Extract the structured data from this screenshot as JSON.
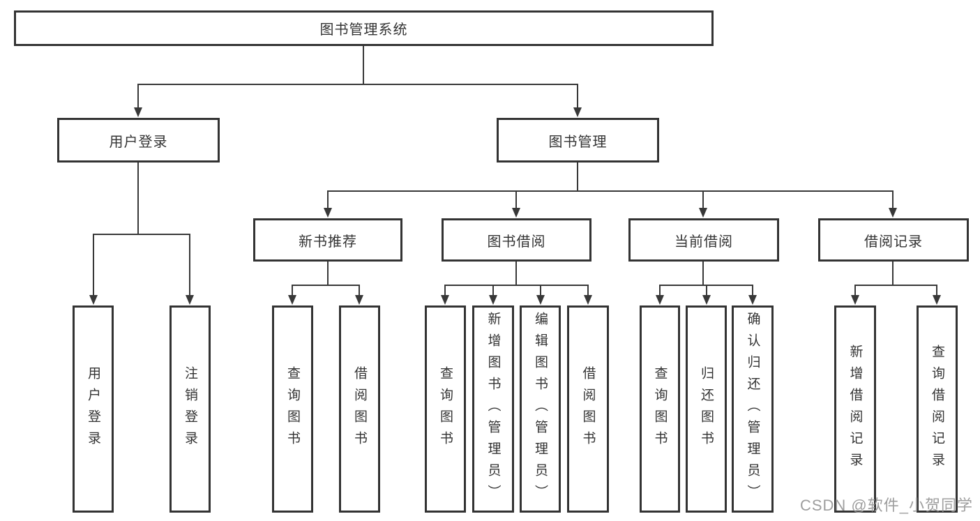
{
  "diagram": {
    "title": "图书管理系统",
    "tree": {
      "label": "图书管理系统",
      "children": [
        {
          "label": "用户登录",
          "children": [
            {
              "label": "用户登录"
            },
            {
              "label": "注销登录"
            }
          ]
        },
        {
          "label": "图书管理",
          "children": [
            {
              "label": "新书推荐",
              "children": [
                {
                  "label": "查询图书"
                },
                {
                  "label": "借阅图书"
                }
              ]
            },
            {
              "label": "图书借阅",
              "children": [
                {
                  "label": "查询图书"
                },
                {
                  "label": "新增图书（管理员）"
                },
                {
                  "label": "编辑图书（管理员）"
                },
                {
                  "label": "借阅图书"
                }
              ]
            },
            {
              "label": "当前借阅",
              "children": [
                {
                  "label": "查询图书"
                },
                {
                  "label": "归还图书"
                },
                {
                  "label": "确认归还（管理员）"
                }
              ]
            },
            {
              "label": "借阅记录",
              "children": [
                {
                  "label": "新增借阅记录"
                },
                {
                  "label": "查询借阅记录"
                }
              ]
            }
          ]
        }
      ]
    }
  },
  "watermark": {
    "text": "CSDN @软件_小贺同学"
  },
  "colors": {
    "line": "#383838",
    "border": "#333333",
    "text": "#333333",
    "watermark": "#949494",
    "background": "#ffffff"
  }
}
